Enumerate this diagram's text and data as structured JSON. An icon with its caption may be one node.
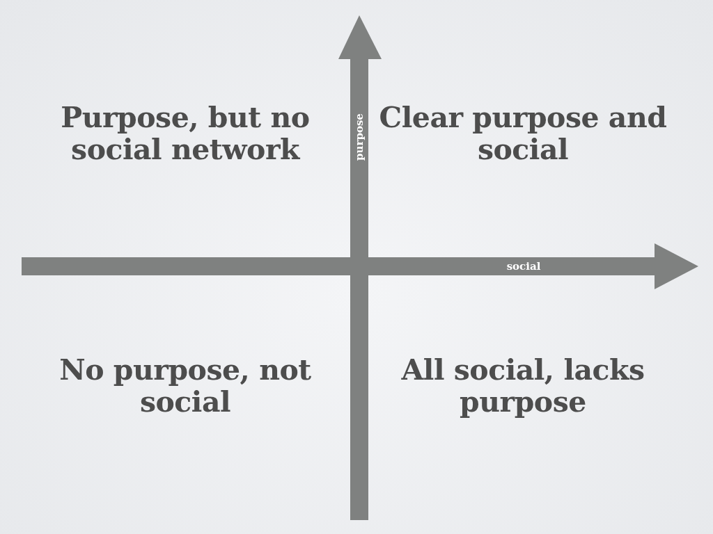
{
  "diagram": {
    "labels": [
      "Purpose, but no social network",
      "purpose",
      "Clear purpose and social",
      "social",
      "No purpose, not social",
      "All social, lacks purpose"
    ]
  }
}
